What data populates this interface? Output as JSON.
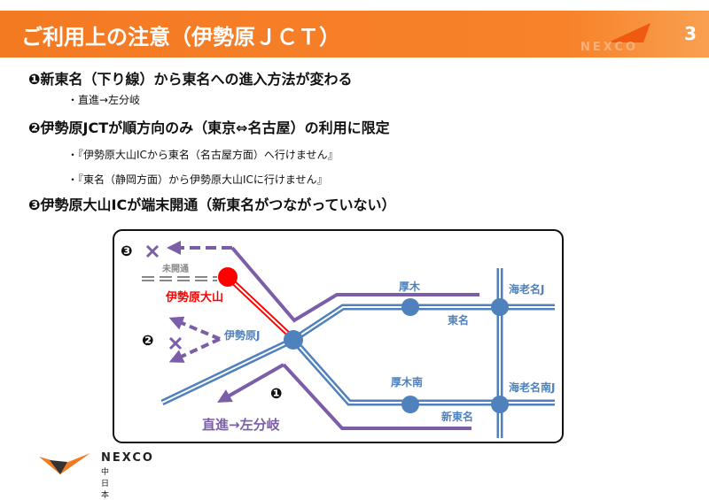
{
  "header": {
    "title": "ご利用上の注意（伊勢原ＪＣＴ）",
    "page": "3",
    "logo": "NEXCO"
  },
  "points": [
    {
      "heading": "❶新東名（下り線）から東名への進入方法が変わる",
      "subs": [
        "・直進→左分岐"
      ]
    },
    {
      "heading": "❷伊勢原JCTが順方向のみ（東京⇔名古屋）の利用に限定",
      "subs": [
        "・『伊勢原大山ICから東名（名古屋方面）へ行けません』",
        "・『東名（静岡方面）から伊勢原大山ICに行けません』"
      ]
    },
    {
      "heading": "❸伊勢原大山ICが端末開通（新東名がつながっていない）",
      "subs": []
    }
  ],
  "diagram": {
    "marker3": "❸",
    "marker2": "❷",
    "marker1": "❶",
    "unopened": "未開通",
    "isehara_oyama": "伊勢原大山",
    "isehara_j": "伊勢原J",
    "atsugi": "厚木",
    "tomei": "東名",
    "ebina_j": "海老名J",
    "atsugi_minami": "厚木南",
    "shin_tomei": "新東名",
    "ebina_minami_j": "海老名南J",
    "straight_left": "直進→左分岐",
    "colors": {
      "road": "#4f81bd",
      "route": "#7b5ea7",
      "ic": "#ff0000",
      "unopened": "#888888"
    }
  },
  "footer": {
    "logo": "NEXCO",
    "sub": "中日本"
  }
}
